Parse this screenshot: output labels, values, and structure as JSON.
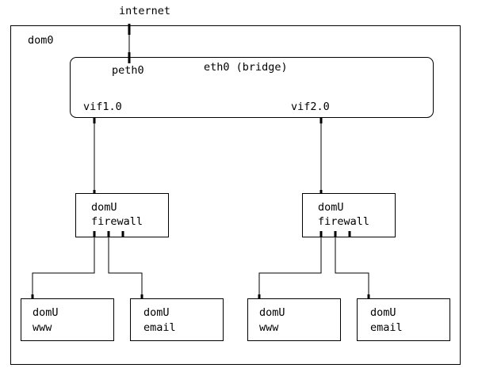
{
  "internet": "internet",
  "dom0": {
    "label": "dom0"
  },
  "bridge": {
    "label": "eth0 (bridge)",
    "peth": "peth0",
    "vif1": "vif1.0",
    "vif2": "vif2.0"
  },
  "left": {
    "firewall": {
      "line1": "domU",
      "line2": "firewall"
    },
    "www": {
      "line1": "domU",
      "line2": "www"
    },
    "email": {
      "line1": "domU",
      "line2": "email"
    }
  },
  "right": {
    "firewall": {
      "line1": "domU",
      "line2": "firewall"
    },
    "www": {
      "line1": "domU",
      "line2": "www"
    },
    "email": {
      "line1": "domU",
      "line2": "email"
    }
  }
}
